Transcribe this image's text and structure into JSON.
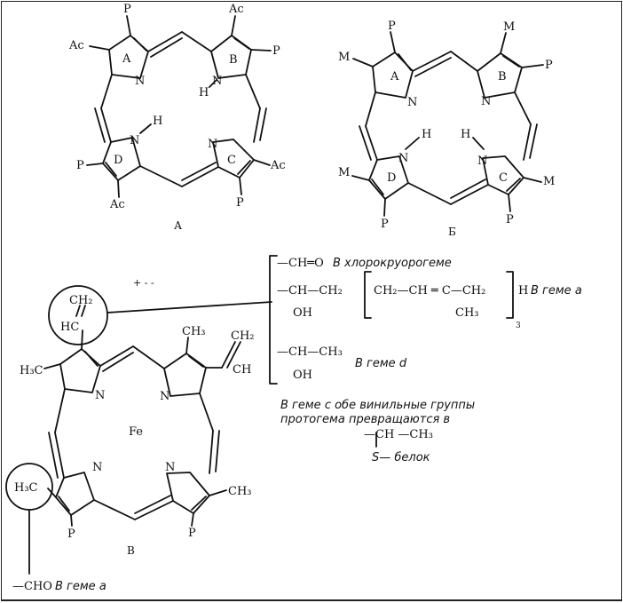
{
  "structure_a": {
    "caption": "А",
    "ring_labels": [
      "A",
      "B",
      "C",
      "D"
    ],
    "substituents": [
      "P",
      "Ac",
      "Ac",
      "P",
      "P",
      "Ac",
      "Ac",
      "P"
    ],
    "nitrogen": "N",
    "hydrogen": "H"
  },
  "structure_b": {
    "caption": "Б",
    "ring_labels": [
      "A",
      "B",
      "C",
      "D"
    ],
    "substituents": [
      "P",
      "M",
      "M",
      "P",
      "P",
      "M",
      "M",
      "P"
    ],
    "nitrogen": "N",
    "hydrogen": "H"
  },
  "structure_c": {
    "caption": "В",
    "metal": "Fe",
    "nitrogen": "N",
    "methyl": "CH₃",
    "methyl_left": "H₃C",
    "vinyl_top": "CH₂",
    "vinyl_hc": "HC",
    "vinyl_right_ch": "CH",
    "propionate": "P",
    "cho": "—CHO",
    "cho_note": "В геме a",
    "dots": "+ - -"
  },
  "variants": {
    "cho_group": "—CH═O",
    "cho_note": "В хлорокруорогеме",
    "farnesyl_ch": "—CH—CH₂",
    "farnesyl_oh": "OH",
    "farnesyl_unit": "CH₂—CH ═ C—CH₂",
    "farnesyl_methyl": "CH₃",
    "farnesyl_h": "H",
    "farnesyl_sub": "3",
    "farnesyl_note": "В геме a",
    "heme_d_ch": "—CH—CH₃",
    "heme_d_oh": "OH",
    "heme_d_note": "В геме d",
    "heme_c_line1": "В геме c обе винильные группы",
    "heme_c_line2": "протогема превращаются в",
    "heme_c_formula": "—CH —CH₃",
    "heme_c_sulfur": "S— белок"
  }
}
